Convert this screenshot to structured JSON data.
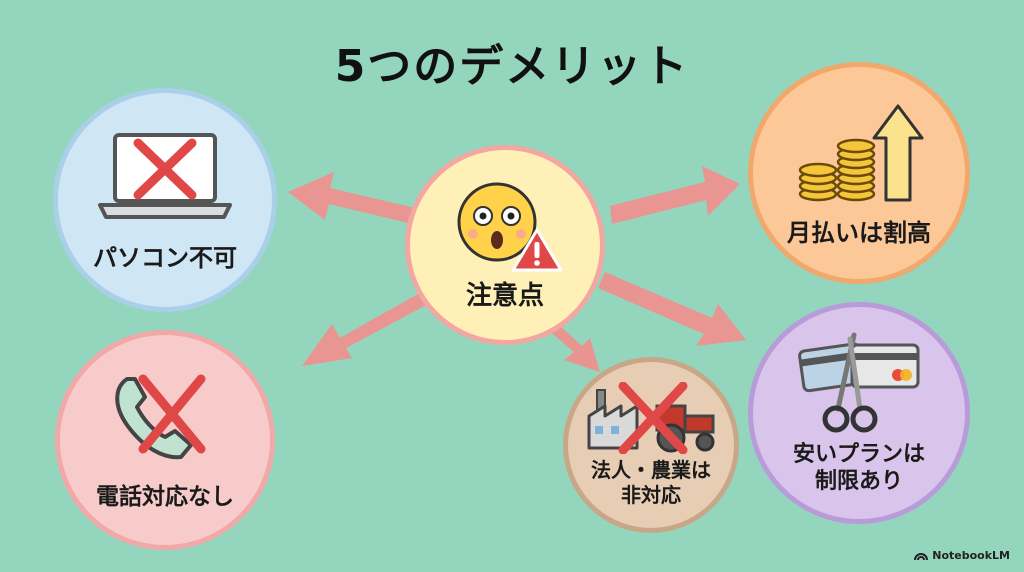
{
  "title": "5つのデメリット",
  "center": {
    "label": "注意点",
    "icon": "shocked-face-warning-icon"
  },
  "items": [
    {
      "id": "pc",
      "label": "パソコン不可",
      "icon": "laptop-crossed-icon"
    },
    {
      "id": "phone",
      "label": "電話対応なし",
      "icon": "phone-crossed-icon"
    },
    {
      "id": "corp",
      "label_line1": "法人・農業は",
      "label_line2": "非対応",
      "icon": "factory-tractor-crossed-icon"
    },
    {
      "id": "monthly",
      "label": "月払いは割高",
      "icon": "coins-arrow-up-icon"
    },
    {
      "id": "cheap",
      "label_line1": "安いプランは",
      "label_line2": "制限あり",
      "icon": "card-scissors-icon"
    }
  ],
  "brand": "NotebookLM",
  "colors": {
    "background": "#94d6bd",
    "arrow": "#f08f8d",
    "cross": "#e04848",
    "blue_circle": "#cfe6f4",
    "pink_circle": "#f8cbcb",
    "tan_circle": "#e7cdb4",
    "orange_circle": "#fcc898",
    "purple_circle": "#d9c5ec",
    "center_circle": "#fff0b8"
  }
}
